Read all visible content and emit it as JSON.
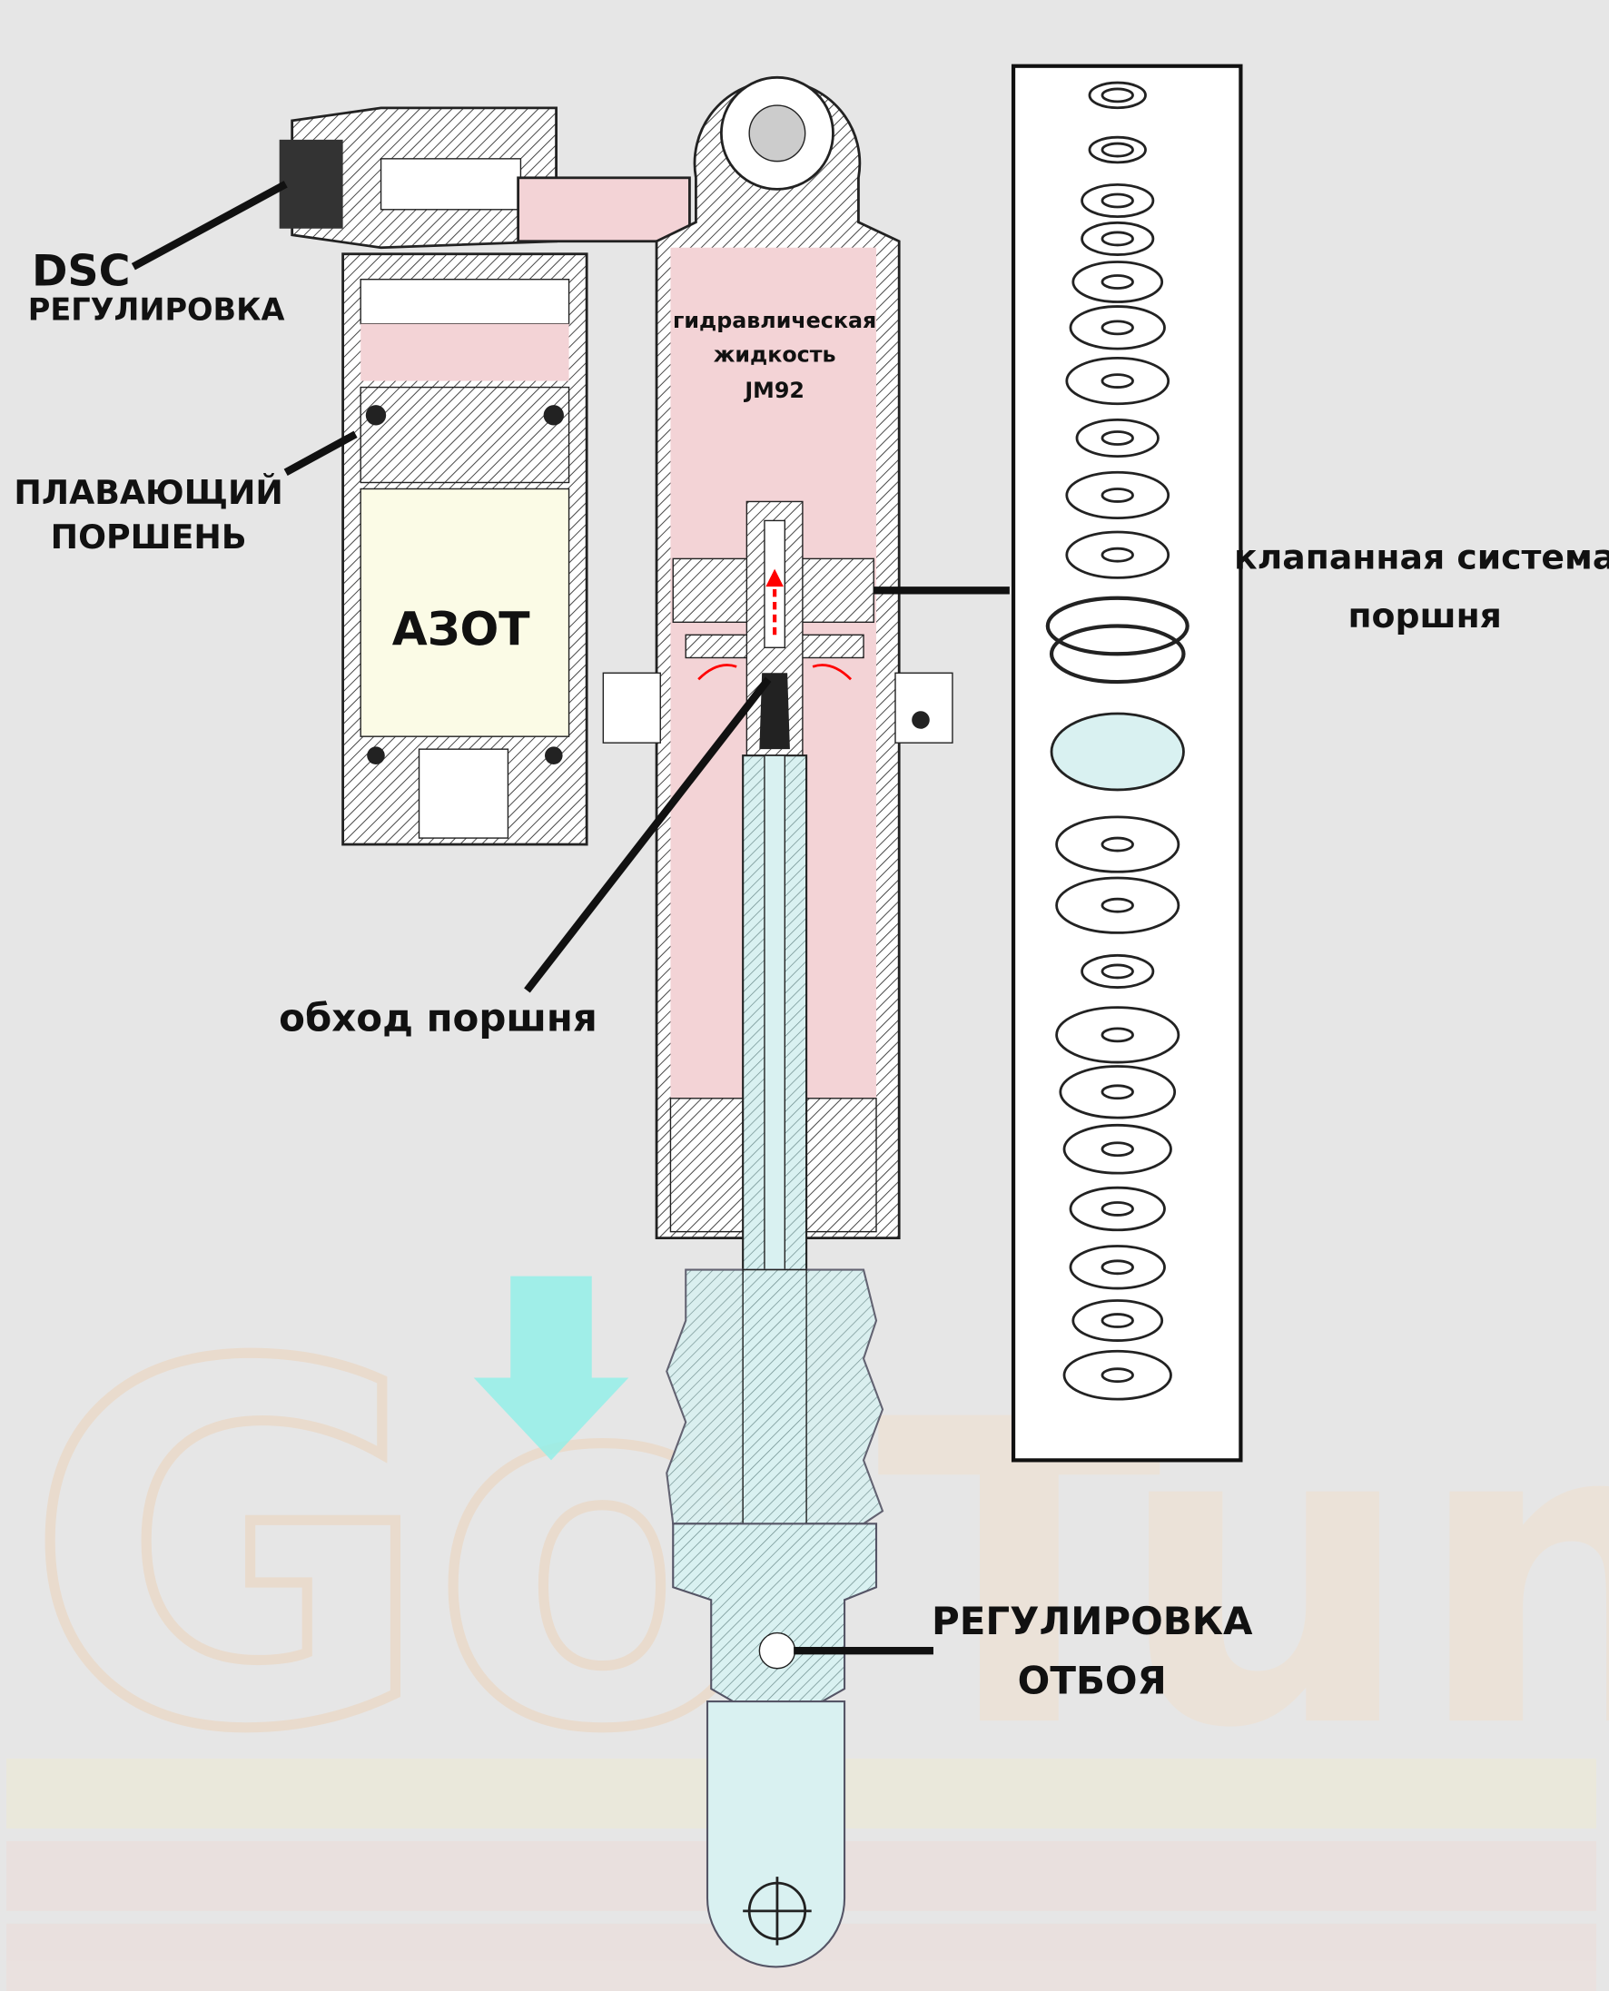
{
  "watermark": {
    "text": "GoTune",
    "part1": "Go",
    "part2": "Tune"
  },
  "labels": {
    "dsc_title": "DSC",
    "dsc_sub": "РЕГУЛИРОВКА",
    "floating_piston_1": "ПЛАВАЮЩИЙ",
    "floating_piston_2": "ПОРШЕНЬ",
    "nitrogen": "АЗОТ",
    "fluid_1": "гидравлическая",
    "fluid_2": "жидкость",
    "fluid_3": "JM92",
    "valve_1": "клапанная система",
    "valve_2": "поршня",
    "bypass": "обход поршня",
    "rebound_1": "РЕГУЛИРОВКА",
    "rebound_2": "ОТБОЯ"
  },
  "colors": {
    "background": "#e6e6e6",
    "fluid": "#f3d3d6",
    "nitrogen": "#fbfbe6",
    "shaft": "#d9f1f1",
    "arrow": "#8ff0e8",
    "flow_arrow": "#ff0000"
  }
}
